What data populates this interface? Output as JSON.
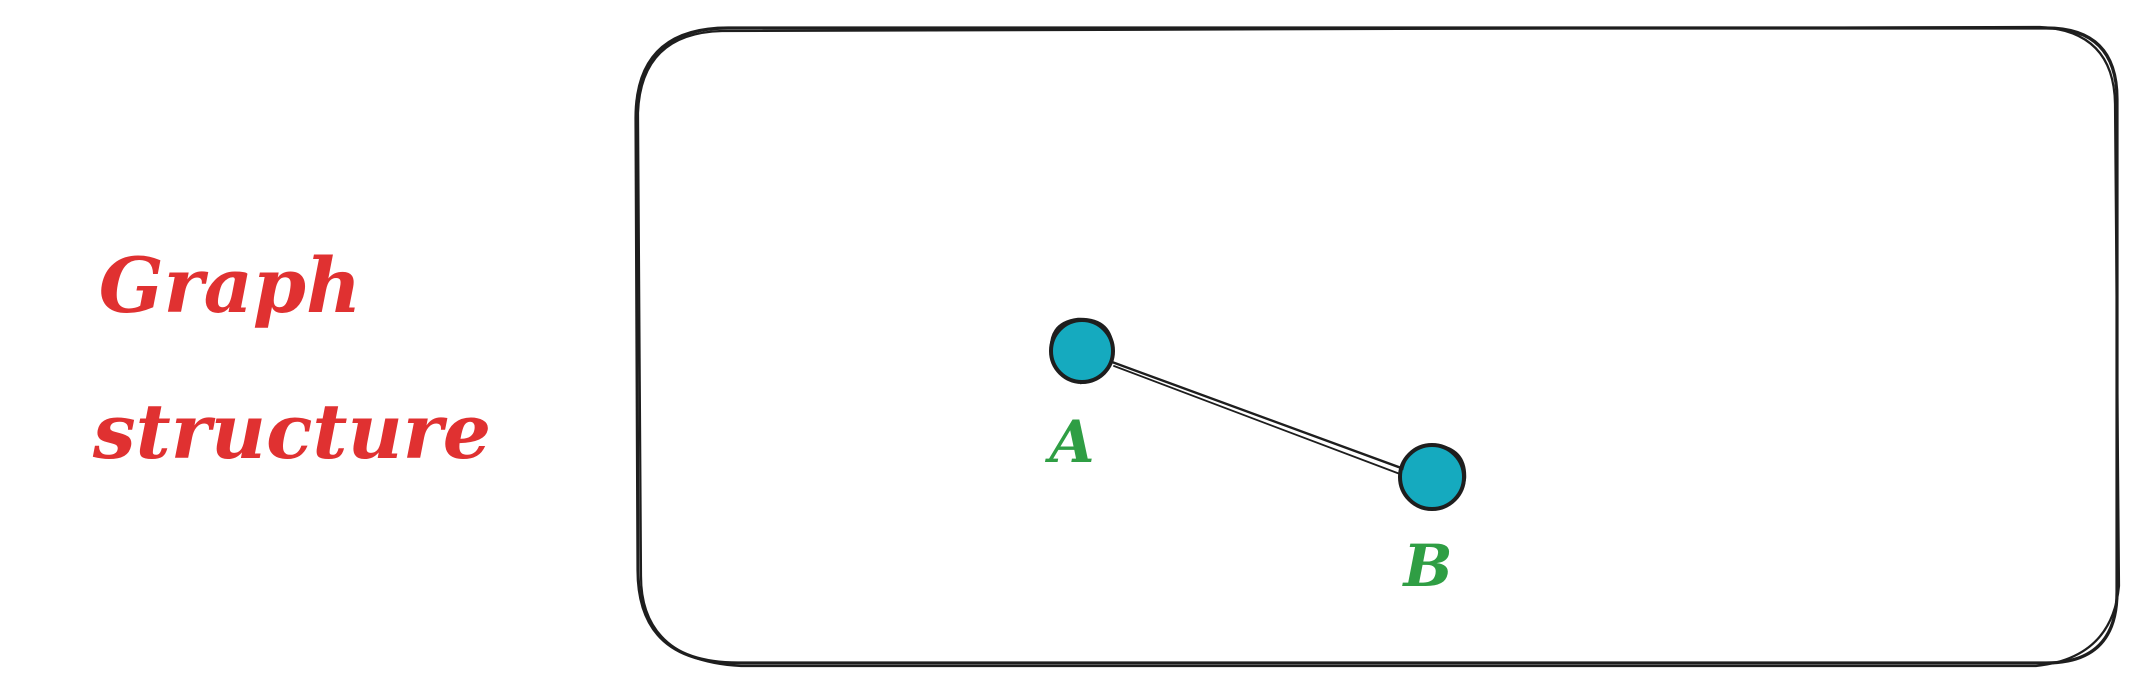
{
  "title": {
    "lines": [
      "Graph",
      "structure"
    ],
    "color": "#e03131"
  },
  "frame": {
    "stroke_color": "#1e1e1e"
  },
  "graph": {
    "node_fill": "#15aabf",
    "node_stroke": "#1e1e1e",
    "label_color": "#2f9e44",
    "edge_color": "#1e1e1e",
    "nodes": [
      {
        "id": "A",
        "label": "A"
      },
      {
        "id": "B",
        "label": "B"
      }
    ],
    "edges": [
      {
        "from": "A",
        "to": "B"
      }
    ]
  }
}
